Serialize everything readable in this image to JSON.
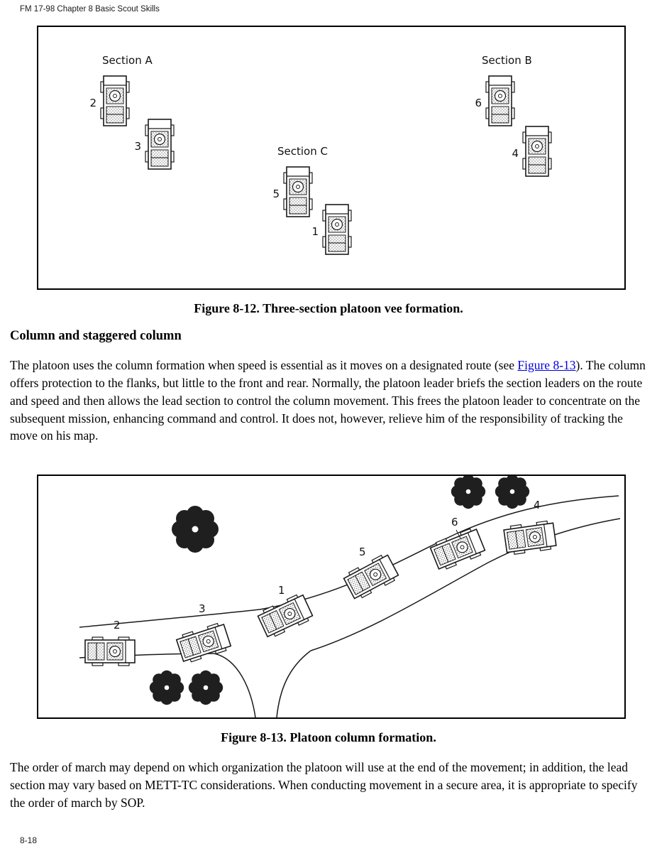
{
  "page": {
    "header": "FM 17-98 Chapter 8 Basic Scout Skills",
    "footer": "8-18"
  },
  "figure_8_12": {
    "caption": "Figure 8-12. Three-section platoon vee formation.",
    "section_labels": [
      "Section A",
      "Section B",
      "Section C"
    ],
    "vehicle_labels": [
      "2",
      "3",
      "5",
      "1",
      "6",
      "4"
    ]
  },
  "column_section": {
    "heading": "Column and staggered column",
    "paragraph_before_link": "The platoon uses the column formation when speed is essential as it moves on a designated route (see ",
    "link_text": "Figure 8-13",
    "paragraph_after_link": "). The column offers protection to the flanks, but little to the front and rear. Normally, the platoon leader briefs the section leaders on the route and speed and then allows the lead section to control the column movement. This frees the platoon leader to concentrate on the subsequent mission, enhancing command and control. It does not, however, relieve him of the responsibility of tracking the move on his map."
  },
  "figure_8_13": {
    "caption": "Figure 8-13. Platoon column formation.",
    "vehicle_labels": [
      "2",
      "3",
      "1",
      "5",
      "6",
      "4"
    ]
  },
  "closing_paragraph": "The order of march may depend on which organization the platoon will use at the end of the movement; in addition, the lead section may vary based on METT-TC considerations. When conducting movement in a secure area, it is appropriate to specify the order of march by SOP."
}
